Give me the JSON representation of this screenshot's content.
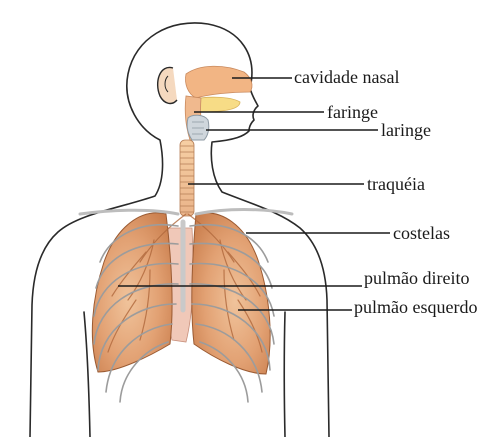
{
  "labels": {
    "nasal": "cavidade nasal",
    "pharynx": "faringe",
    "larynx": "laringe",
    "trachea": "traquéia",
    "ribs": "costelas",
    "right_lung": "pulmão direito",
    "left_lung": "pulmão esquerdo"
  },
  "colors": {
    "outline": "#2a2a2a",
    "lung_fill": "#e2a173",
    "lung_dark": "#b8683a",
    "airway": "#f4c08c",
    "throat": "#f7dc86",
    "rib": "#d8d8d8",
    "background": "#ffffff"
  }
}
